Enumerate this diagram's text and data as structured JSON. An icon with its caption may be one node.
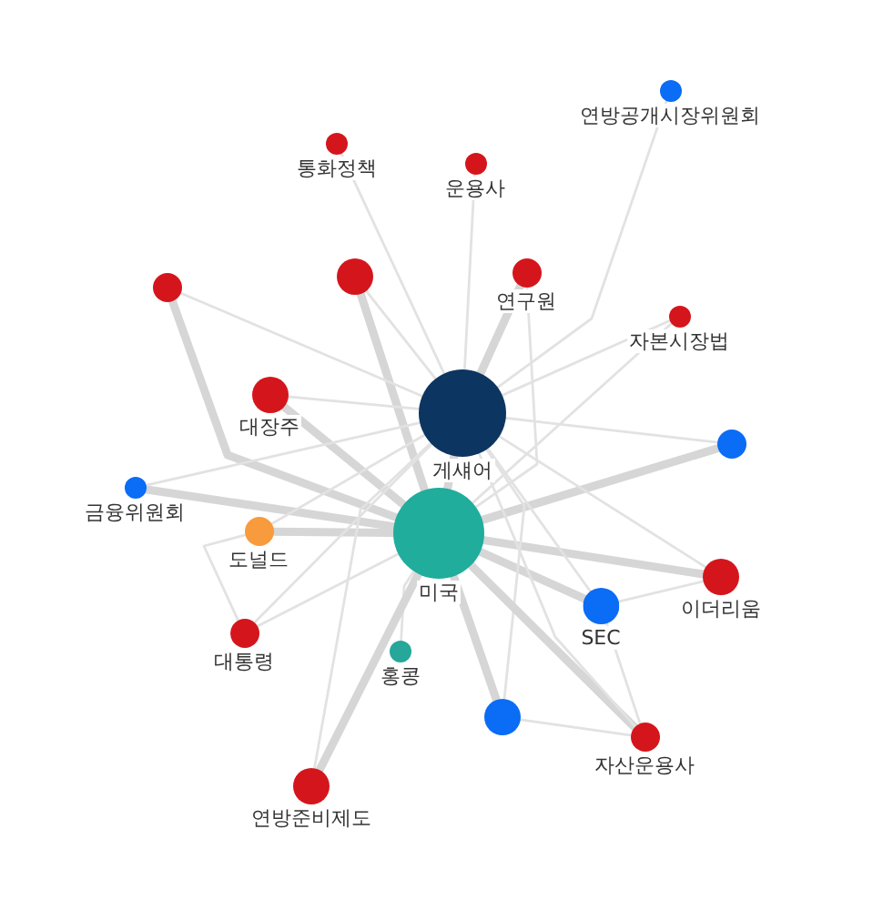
{
  "diagram": {
    "nodes": [
      {
        "text": [
          "연방공개시장위원회"
        ]
      },
      {
        "text": [
          "통화정책"
        ]
      },
      {
        "text": [
          "운용사"
        ]
      },
      {
        "text": [],
        "shape": "circle"
      },
      {
        "text": [
          "연구원"
        ]
      },
      {
        "text": [
          "자본시장법"
        ]
      },
      {
        "text": [],
        "shape": "circle"
      },
      {
        "text": [
          "대장주"
        ]
      },
      {
        "text": [
          "게섀어"
        ]
      },
      {
        "text": [],
        "shape": "circle"
      },
      {
        "text": [
          "금융위원회"
        ]
      },
      {
        "text": [
          "도널드"
        ]
      },
      {
        "text": [
          "미국"
        ]
      },
      {
        "text": [
          "이더리움"
        ]
      },
      {
        "text": [
          "SEC"
        ]
      },
      {
        "text": [
          "대통령"
        ]
      },
      {
        "text": [
          "홍콩"
        ]
      },
      {
        "text": [],
        "shape": "circle"
      },
      {
        "text": [
          "자산운용사"
        ]
      },
      {
        "text": [
          "연방준비제도"
        ]
      }
    ],
    "edges": [
      {
        "from": 0,
        "to": 8,
        "arrow": "none"
      },
      {
        "from": 1,
        "to": 8,
        "arrow": "none"
      },
      {
        "from": 2,
        "to": 8,
        "arrow": "none"
      },
      {
        "from": 3,
        "to": 12,
        "arrow": "none",
        "style": "thick"
      },
      {
        "from": 3,
        "to": 8,
        "arrow": "none"
      },
      {
        "from": 4,
        "to": 8,
        "arrow": "none",
        "style": "thick"
      },
      {
        "from": 4,
        "to": 12,
        "arrow": "none"
      },
      {
        "from": 5,
        "to": 8,
        "arrow": "none"
      },
      {
        "from": 5,
        "to": 12,
        "arrow": "none"
      },
      {
        "from": 6,
        "to": 12,
        "arrow": "none",
        "style": "thick"
      },
      {
        "from": 6,
        "to": 8,
        "arrow": "none"
      },
      {
        "from": 7,
        "to": 12,
        "arrow": "none",
        "style": "thick"
      },
      {
        "from": 7,
        "to": 8,
        "arrow": "none"
      },
      {
        "from": 8,
        "to": 12,
        "arrow": "none",
        "style": "thick"
      },
      {
        "from": 9,
        "to": 12,
        "arrow": "none",
        "style": "thick"
      },
      {
        "from": 9,
        "to": 8,
        "arrow": "none"
      },
      {
        "from": 10,
        "to": 12,
        "arrow": "none",
        "style": "thick"
      },
      {
        "from": 10,
        "to": 8,
        "arrow": "none"
      },
      {
        "from": 11,
        "to": 12,
        "arrow": "none",
        "style": "thick"
      },
      {
        "from": 11,
        "to": 8,
        "arrow": "none"
      },
      {
        "from": 11,
        "to": 15,
        "arrow": "none"
      },
      {
        "from": 13,
        "to": 12,
        "arrow": "none",
        "style": "thick"
      },
      {
        "from": 13,
        "to": 8,
        "arrow": "none"
      },
      {
        "from": 13,
        "to": 14,
        "arrow": "none"
      },
      {
        "from": 14,
        "to": 12,
        "arrow": "none",
        "style": "thick"
      },
      {
        "from": 14,
        "to": 8,
        "arrow": "none"
      },
      {
        "from": 14,
        "to": 18,
        "arrow": "none"
      },
      {
        "from": 15,
        "to": 12,
        "arrow": "none"
      },
      {
        "from": 15,
        "to": 8,
        "arrow": "none"
      },
      {
        "from": 16,
        "to": 12,
        "arrow": "none"
      },
      {
        "from": 17,
        "to": 12,
        "arrow": "none",
        "style": "thick"
      },
      {
        "from": 17,
        "to": 8,
        "arrow": "none"
      },
      {
        "from": 17,
        "to": 18,
        "arrow": "none"
      },
      {
        "from": 18,
        "to": 12,
        "arrow": "none",
        "style": "thick"
      },
      {
        "from": 18,
        "to": 8,
        "arrow": "none"
      },
      {
        "from": 19,
        "to": 12,
        "arrow": "none",
        "style": "thick"
      },
      {
        "from": 19,
        "to": 8,
        "arrow": "none"
      }
    ]
  }
}
